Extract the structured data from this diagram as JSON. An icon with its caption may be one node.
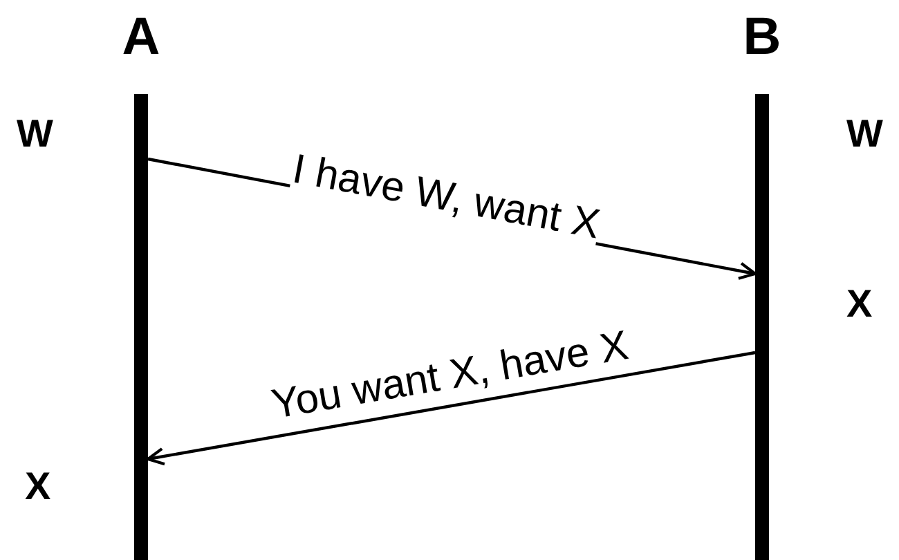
{
  "diagram": {
    "nodes": [
      {
        "text": [
          "A"
        ],
        "beside": [
          "W",
          "X"
        ]
      },
      {
        "text": [
          "B"
        ],
        "beside": [
          "W",
          "X"
        ]
      }
    ],
    "edges": [
      {
        "from": 0,
        "to": 1,
        "arrow": "to",
        "label": "I have W, want X"
      },
      {
        "from": 1,
        "to": 0,
        "arrow": "to",
        "label": "You want X, have X"
      }
    ]
  }
}
